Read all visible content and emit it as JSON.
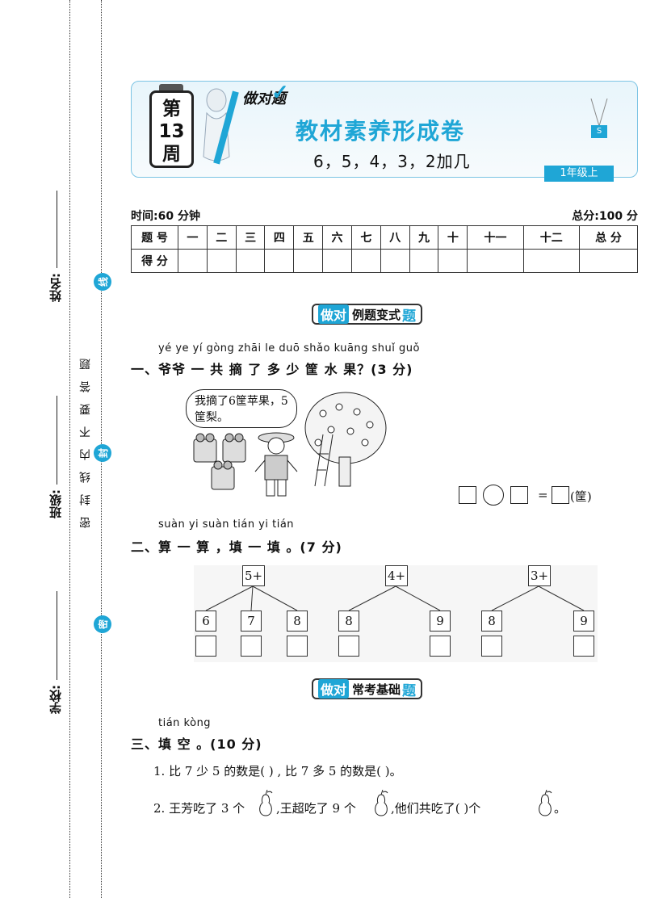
{
  "margin": {
    "name_label": "姓名:",
    "class_label": "班级:",
    "school_label": "学校:",
    "seal_line": "线",
    "seal_seal": "封",
    "seal_close": "密",
    "notice": "密封线内不要答题"
  },
  "header": {
    "week_line1": "第",
    "week_line2": "13",
    "week_line3": "周",
    "brand": "做对题",
    "title": "教材素养形成卷",
    "subtitle": "6，5，4，3，2加几",
    "grade": "1年级上",
    "tag": "S"
  },
  "meta": {
    "time": "时间:60 分钟",
    "total": "总分:100 分"
  },
  "score_table": {
    "row1": [
      "题 号",
      "一",
      "二",
      "三",
      "四",
      "五",
      "六",
      "七",
      "八",
      "九",
      "十",
      "十一",
      "十二",
      "总 分"
    ],
    "row2_label": "得 分"
  },
  "banner1": {
    "badge": "做对",
    "text": "例题变式",
    "end": "题"
  },
  "banner2": {
    "badge": "做对",
    "text": "常考基础",
    "end": "题"
  },
  "q1": {
    "pinyin": "yé ye  yí  gòng zhāi  le  duō shǎo kuāng shuǐ guǒ",
    "title": "一、爷爷 一 共  摘 了 多 少  筐  水 果？(3 分)",
    "speech": "我摘了6筐苹果，5筐梨。",
    "equals": "=",
    "unit": "(筐)"
  },
  "q2": {
    "pinyin": "suàn yi suàn    tián yi tián",
    "title": "二、算 一 算 ，填 一 填 。(7 分)",
    "groups": [
      {
        "top": "5+",
        "items": [
          "6",
          "7",
          "8"
        ]
      },
      {
        "top": "4+",
        "items": [
          "8",
          "9"
        ]
      },
      {
        "top": "3+",
        "items": [
          "8",
          "9"
        ]
      }
    ]
  },
  "q3": {
    "pinyin": "tián kòng",
    "title": "三、填  空 。(10 分)",
    "line1": "1. 比 7 少 5 的数是(      ) , 比 7 多 5 的数是(      )。",
    "line2a": "2. 王芳吃了 3 个",
    "line2b": ",王超吃了 9 个",
    "line2c": ",他们共吃了(      )个",
    "line2d": "。"
  }
}
